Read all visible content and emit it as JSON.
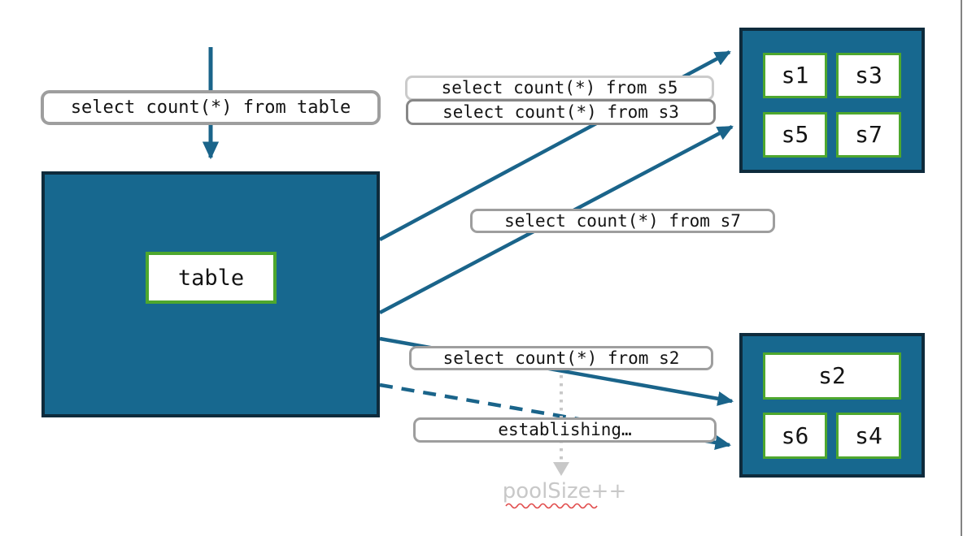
{
  "colors": {
    "node_fill_teal": "#17688F",
    "node_border_dark": "#0E2B3C",
    "inner_border_green": "#4EA72E",
    "arrow_teal": "#1A648A",
    "label_border_gray": "#9E9E9E",
    "label_border_faded": "#CBCBCB",
    "muted_gray": "#C8C8C8",
    "squiggle_red": "#E14B4B"
  },
  "client_query": {
    "text": "select count(*) from table"
  },
  "table_node": {
    "label": "table"
  },
  "shard_group_top": {
    "items": [
      "s1",
      "s3",
      "s5",
      "s7"
    ]
  },
  "shard_group_bottom": {
    "items": [
      "s2",
      "s6",
      "s4"
    ]
  },
  "query_labels": {
    "s5": "select count(*) from s5",
    "s3": "select count(*) from s3",
    "s7": "select count(*) from s7",
    "s2": "select count(*) from s2",
    "establishing": "establishing…"
  },
  "pool_annotation": {
    "text": "poolSize++"
  },
  "connections": [
    {
      "from": "client",
      "to": "table",
      "style": "solid-arrow",
      "query": "select count(*) from table"
    },
    {
      "from": "table",
      "to": "shard-group-top",
      "style": "solid-arrow",
      "queries": [
        "select count(*) from s5",
        "select count(*) from s3"
      ]
    },
    {
      "from": "table",
      "to": "shard-group-top",
      "style": "solid-arrow",
      "queries": [
        "select count(*) from s7"
      ]
    },
    {
      "from": "table",
      "to": "shard-group-bottom",
      "style": "solid-arrow",
      "queries": [
        "select count(*) from s2"
      ]
    },
    {
      "from": "table",
      "to": "shard-group-bottom",
      "style": "dashed-arrow",
      "queries": [
        "establishing…"
      ]
    },
    {
      "from": "query-label-s2",
      "to": "pool-annotation",
      "style": "dotted-gray-arrow"
    }
  ]
}
